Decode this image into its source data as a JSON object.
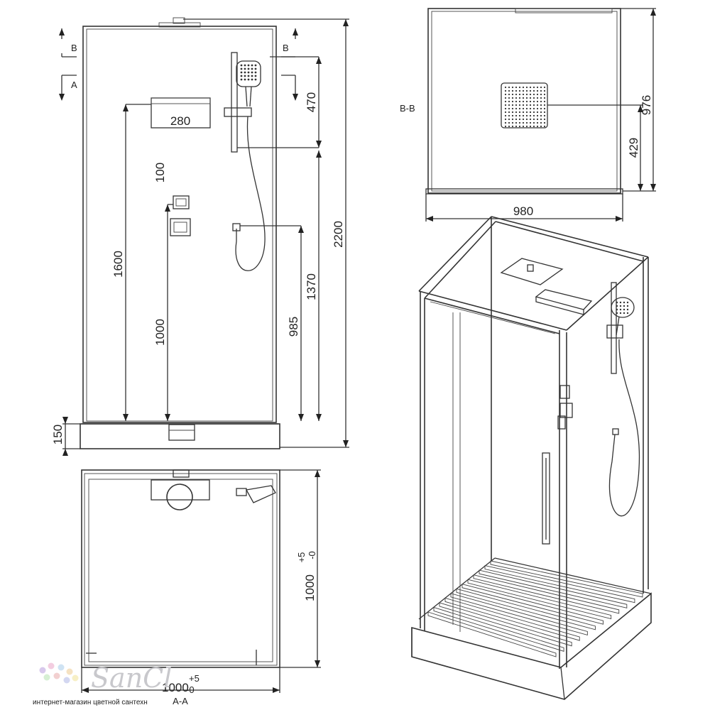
{
  "drawing": {
    "section_b": "B",
    "section_a": "A",
    "section_bb": "B-B",
    "section_aa": "A-A"
  },
  "dimensions": {
    "shelf_width": "280",
    "mixer_spacing": "100",
    "rail_length": "470",
    "shelf_height": "1600",
    "mixer_height": "1000",
    "hose_holder_height": "985",
    "rail_height": "1370",
    "total_height": "2200",
    "tray_height": "150",
    "ceiling_depth": "976",
    "head_offset": "429",
    "ceiling_width": "980",
    "plan_depth": "1000",
    "plan_width": "1000",
    "tolerance_plus": "+5",
    "tolerance_minus": "-0"
  },
  "watermark": {
    "brand": "SanCl",
    "tagline": "интернет-магазин цветной сантехн"
  }
}
